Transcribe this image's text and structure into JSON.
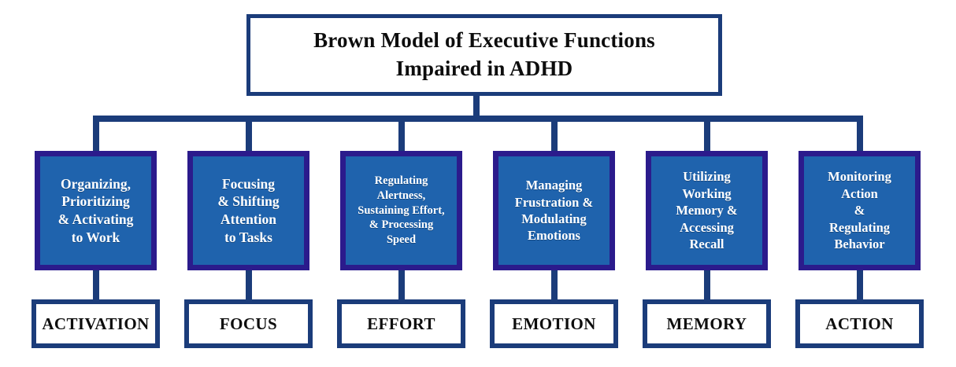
{
  "diagram": {
    "type": "hierarchy-flowchart",
    "title_lines": [
      "Brown Model of Executive Functions",
      "Impaired in ADHD"
    ],
    "colors": {
      "title_border": "#1b3c7a",
      "title_text": "#0d0d0d",
      "connector": "#1b3c7a",
      "function_box_fill": "#1f63ad",
      "function_box_border": "#2b1b8c",
      "function_box_text": "#ffffff",
      "label_box_fill": "#ffffff",
      "label_box_border": "#1b3c7a",
      "label_box_text": "#0d0d0d",
      "background": "#ffffff"
    },
    "clusters": [
      {
        "id": "activation",
        "description_lines": [
          "Organizing,",
          "Prioritizing",
          "& Activating",
          "to Work"
        ],
        "label": "ACTIVATION"
      },
      {
        "id": "focus",
        "description_lines": [
          "Focusing",
          "& Shifting",
          "Attention",
          "to Tasks"
        ],
        "label": "FOCUS"
      },
      {
        "id": "effort",
        "description_lines": [
          "Regulating",
          "Alertness,",
          "Sustaining Effort,",
          "& Processing",
          "Speed"
        ],
        "label": "EFFORT"
      },
      {
        "id": "emotion",
        "description_lines": [
          "Managing",
          "Frustration &",
          "Modulating",
          "Emotions"
        ],
        "label": "EMOTION"
      },
      {
        "id": "memory",
        "description_lines": [
          "Utilizing",
          "Working",
          "Memory &",
          "Accessing",
          "Recall"
        ],
        "label": "MEMORY"
      },
      {
        "id": "action",
        "description_lines": [
          "Monitoring",
          "Action",
          "&",
          "Regulating",
          "Behavior"
        ],
        "label": "ACTION"
      }
    ]
  }
}
